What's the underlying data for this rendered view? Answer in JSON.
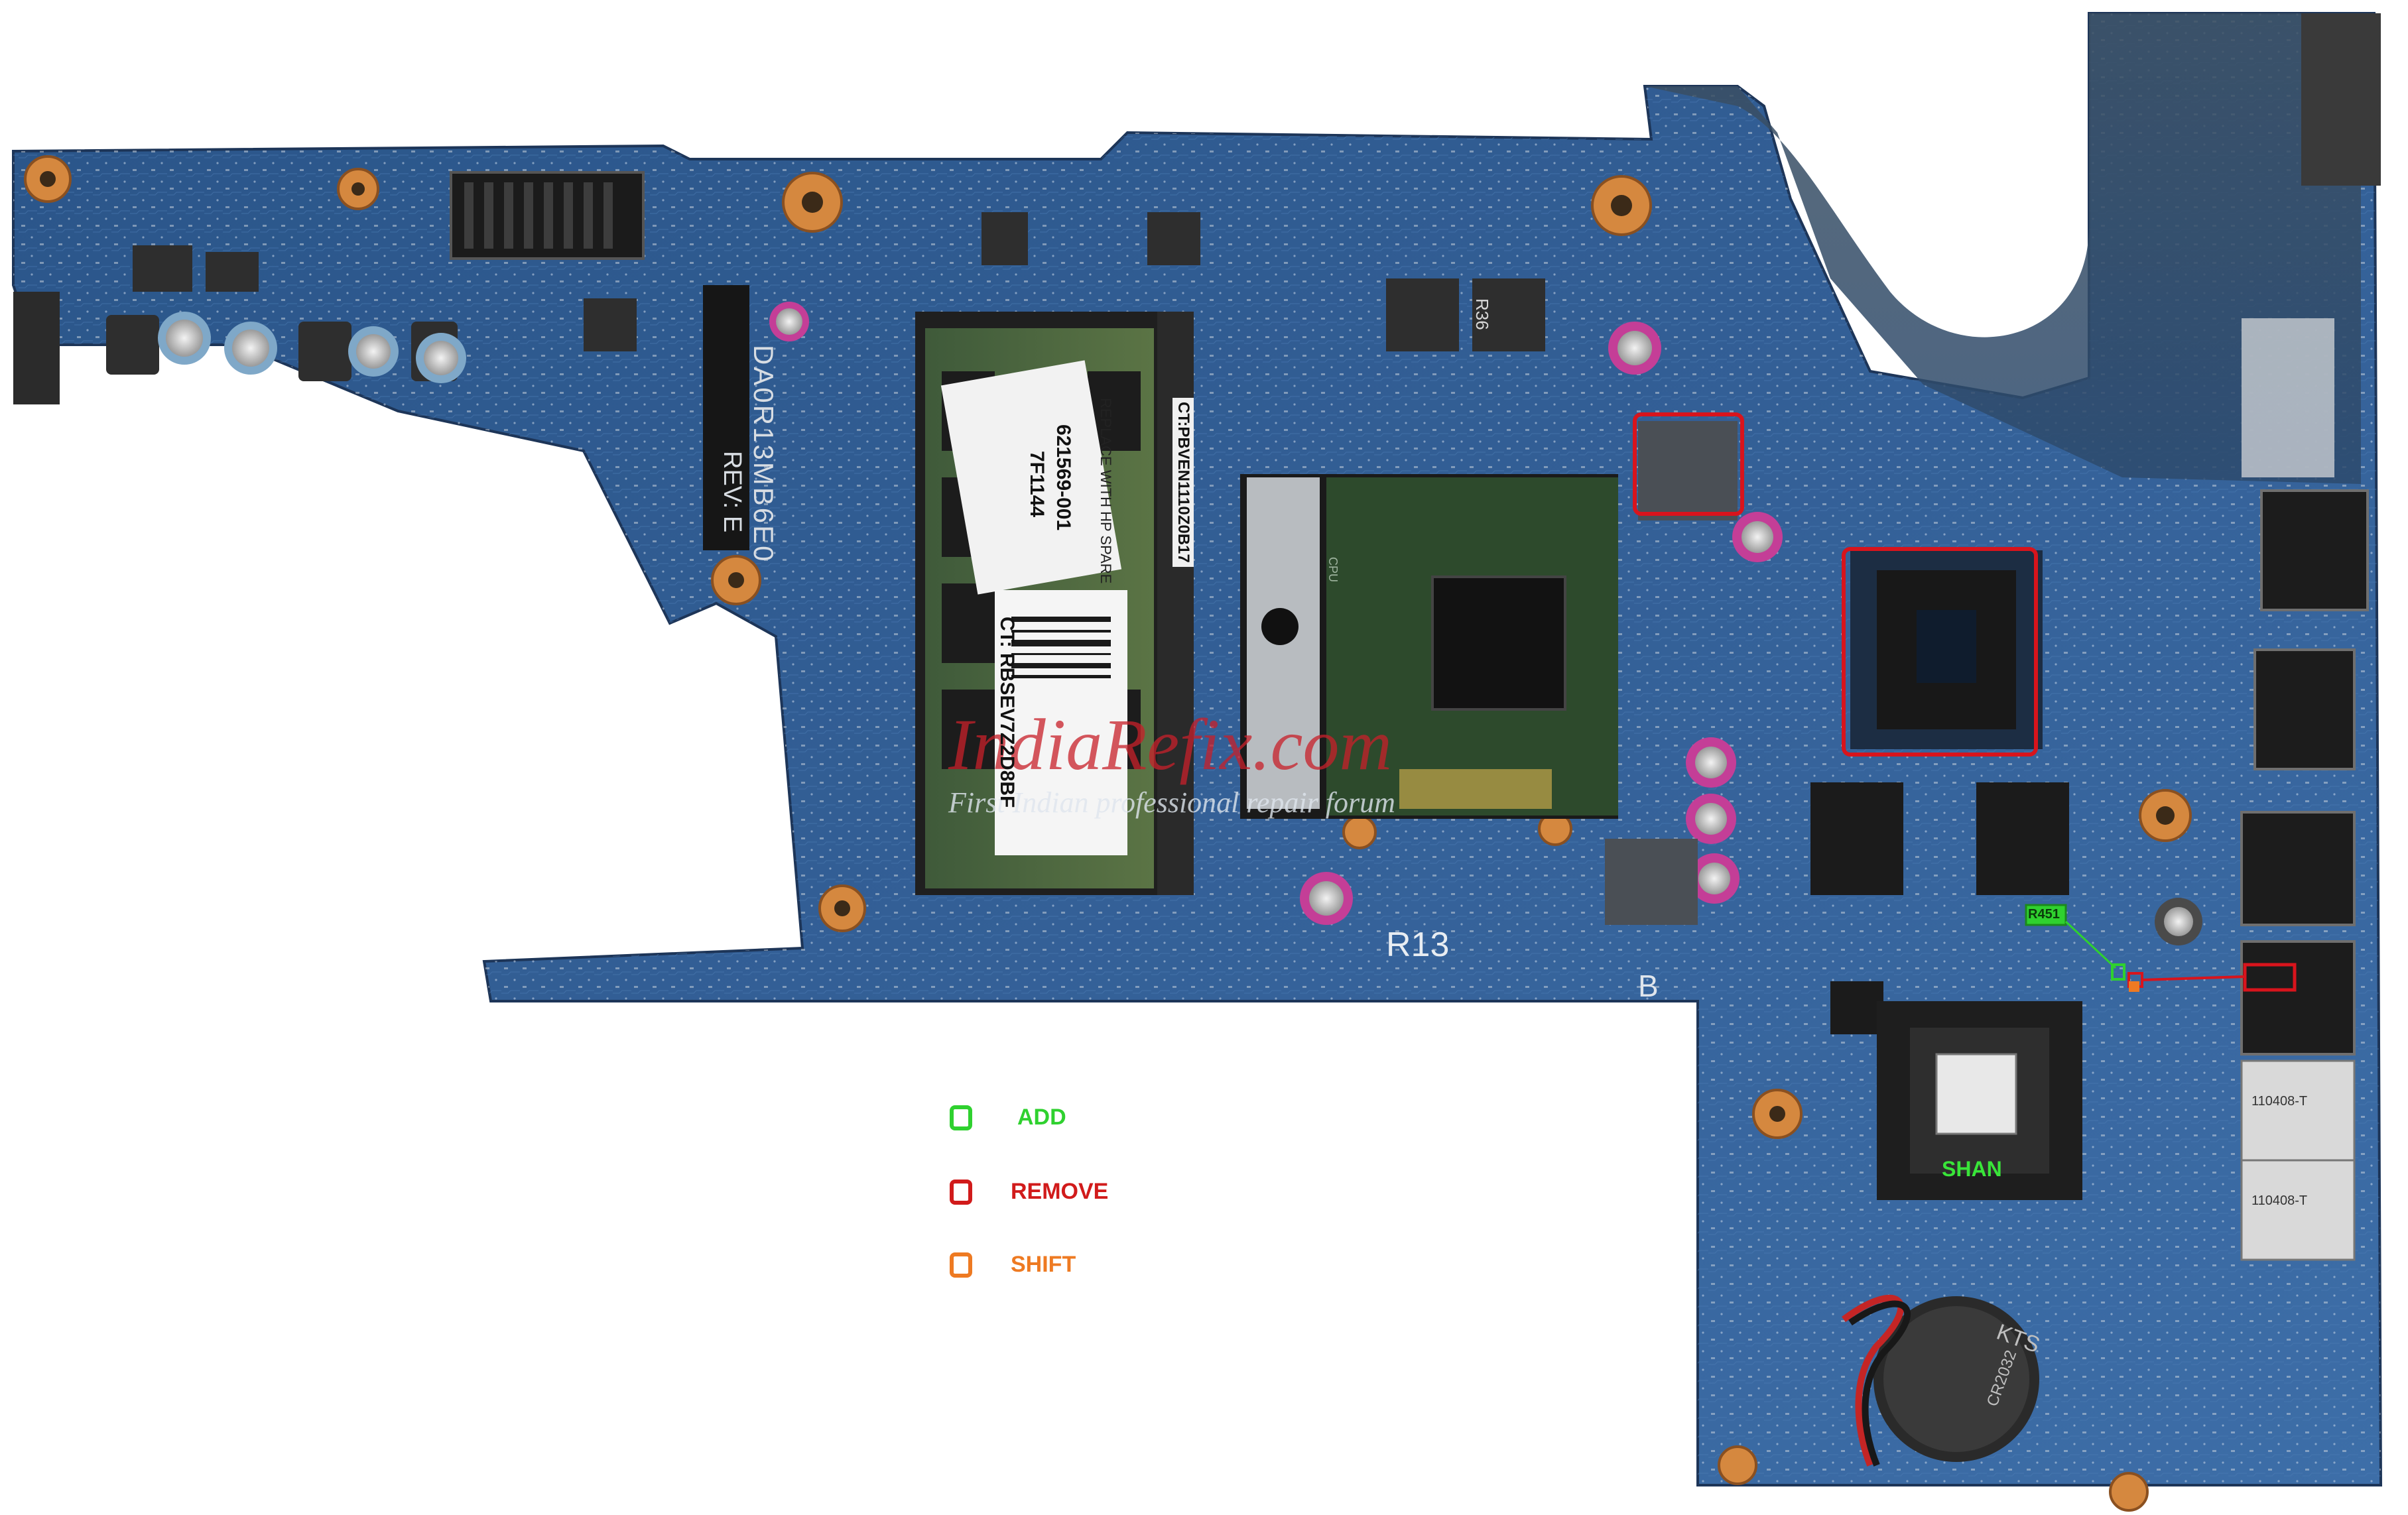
{
  "image": {
    "watermark_text": "IndiaRefix.com",
    "watermark_subtitle": "First Indian professional repair forum",
    "board_text": {
      "board_code": "DA0R13MB6E0",
      "revision": "REV: E",
      "silkscreen_model": "R13",
      "silkscreen_b": "B",
      "ram_sticker_line1": "REPLACE WITH HP SPARE",
      "ram_sticker_line2": "621569-001",
      "ram_sticker_line3": "7F1144",
      "ram_serial": "CT: RBSEV7Z2D8BF",
      "board_serial": "CT:PBVEN1110Z0B17",
      "cpu_marking_1": "CPU",
      "chipset_label": "SHAN",
      "battery_brand": "KTS",
      "battery_model": "CR2032",
      "resistor_add": "R451",
      "jack_code_1": "110408-T",
      "jack_code_2": "110408-T",
      "inductor_code": "R36"
    },
    "colors": {
      "board_blue": "#2f5c93",
      "board_dark": "#1d3f6c",
      "highlight_red": "#d8141c",
      "add_green": "#2fd12f",
      "remove_red": "#d11b1b",
      "shift_orange": "#ee7a22",
      "chipset_label_green": "#39e539"
    }
  },
  "legend": {
    "add_label": "ADD",
    "remove_label": "REMOVE",
    "shift_label": "SHIFT"
  }
}
